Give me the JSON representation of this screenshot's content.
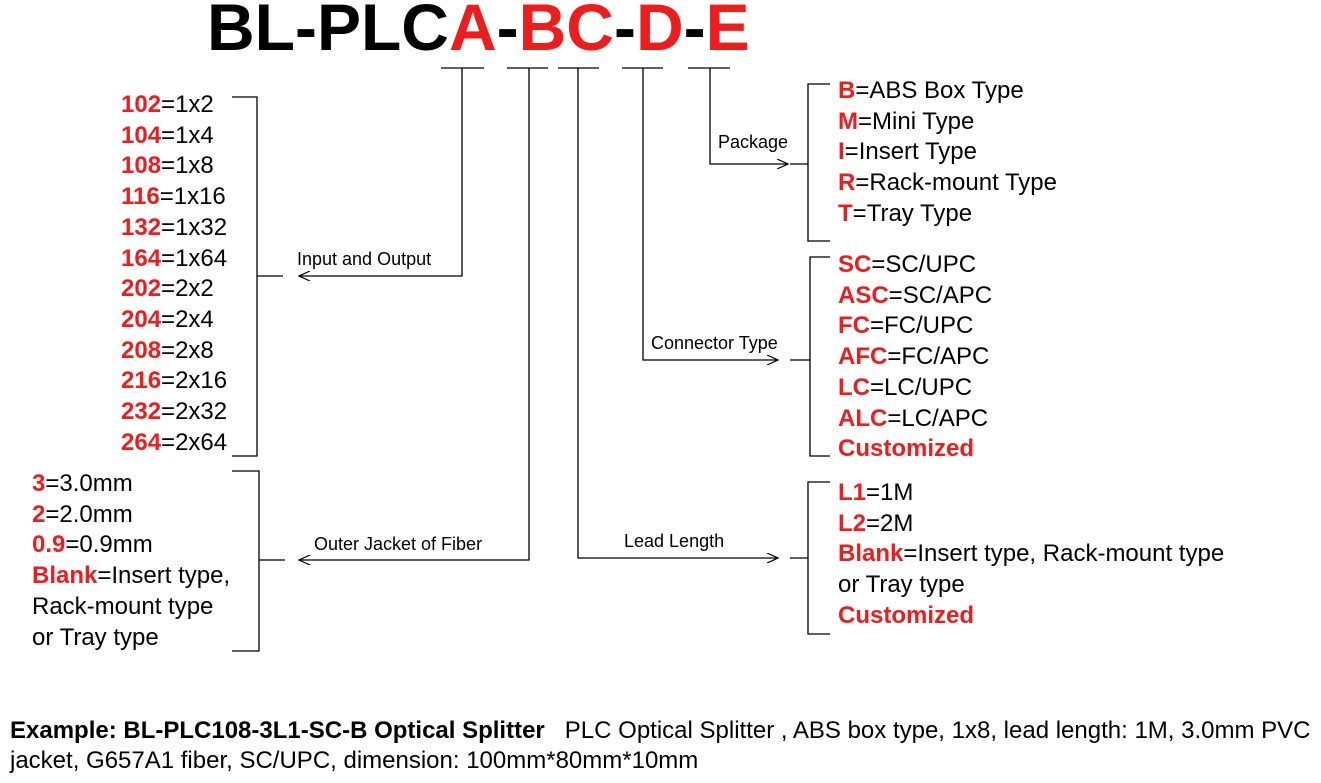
{
  "title": {
    "prefix": "BL-PLC",
    "seg_a": "A",
    "dash1": "-",
    "seg_b": "BC",
    "dash2": "-",
    "seg_d": "D",
    "dash3": "-",
    "seg_e": "E"
  },
  "labels": {
    "input_output": "Input and Output",
    "outer_jacket": "Outer Jacket of Fiber",
    "lead_length": "Lead Length",
    "connector_type": "Connector Type",
    "package": "Package"
  },
  "input_output_items": [
    {
      "code": "102",
      "desc": "=1x2"
    },
    {
      "code": "104",
      "desc": "=1x4"
    },
    {
      "code": "108",
      "desc": "=1x8"
    },
    {
      "code": "116",
      "desc": "=1x16"
    },
    {
      "code": "132",
      "desc": "=1x32"
    },
    {
      "code": "164",
      "desc": "=1x64"
    },
    {
      "code": "202",
      "desc": "=2x2"
    },
    {
      "code": "204",
      "desc": "=2x4"
    },
    {
      "code": "208",
      "desc": "=2x8"
    },
    {
      "code": "216",
      "desc": "=2x16"
    },
    {
      "code": "232",
      "desc": "=2x32"
    },
    {
      "code": "264",
      "desc": "=2x64"
    }
  ],
  "jacket_items": [
    {
      "code": "3",
      "desc": "=3.0mm"
    },
    {
      "code": "2",
      "desc": "=2.0mm"
    },
    {
      "code": "0.9",
      "desc": "=0.9mm"
    },
    {
      "code": "Blank",
      "desc": "=Insert type,"
    }
  ],
  "jacket_continuation": [
    "Rack-mount type",
    "or Tray type"
  ],
  "package_items": [
    {
      "code": "B",
      "desc": "=ABS Box Type"
    },
    {
      "code": "M",
      "desc": "=Mini Type"
    },
    {
      "code": "I",
      "desc": "=Insert Type"
    },
    {
      "code": "R",
      "desc": "=Rack-mount Type"
    },
    {
      "code": "T",
      "desc": "=Tray Type"
    }
  ],
  "connector_items": [
    {
      "code": "SC",
      "desc": "=SC/UPC"
    },
    {
      "code": "ASC",
      "desc": "=SC/APC"
    },
    {
      "code": "FC",
      "desc": "=FC/UPC"
    },
    {
      "code": "AFC",
      "desc": "=FC/APC"
    },
    {
      "code": "LC",
      "desc": "=LC/UPC"
    },
    {
      "code": "ALC",
      "desc": "=LC/APC"
    }
  ],
  "connector_custom": "Customized",
  "lead_items": [
    {
      "code": "L1",
      "desc": "=1M"
    },
    {
      "code": "L2",
      "desc": "=2M"
    },
    {
      "code": "Blank",
      "desc": "=Insert type, Rack-mount type"
    }
  ],
  "lead_continuation": "or Tray type",
  "lead_custom": "Customized",
  "example": {
    "bold": "Example: BL-PLC108-3L1-SC-B Optical Splitter",
    "text": "PLC Optical Splitter , ABS box type, 1x8, lead length: 1M, 3.0mm PVC jacket, G657A1 fiber, SC/UPC, dimension: 100mm*80mm*10mm"
  },
  "colors": {
    "accent_red": "#ee1c1c",
    "text": "#000000"
  }
}
